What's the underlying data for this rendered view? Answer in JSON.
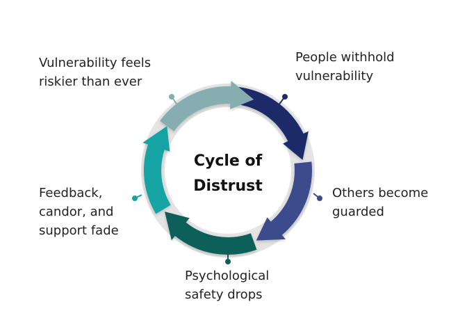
{
  "center": {
    "line1": "Cycle of",
    "line2": "Distrust"
  },
  "stages": [
    {
      "line1": "People withhold",
      "line2": "vulnerability",
      "color": "#1f2a6b"
    },
    {
      "line1": "Others become",
      "line2": "guarded",
      "color": "#3b4b8c"
    },
    {
      "line1": "Psychological",
      "line2": "safety drops",
      "color": "#0f5e5a"
    },
    {
      "line1": "Feedback,",
      "line2": "candor, and",
      "line3": "support fade",
      "color": "#14a3a3"
    },
    {
      "line1": "Vulnerability feels",
      "line2": "riskier than ever",
      "color": "#86aeb0"
    }
  ],
  "colors": {
    "ring_track": "#e4e4e4",
    "inner_disc": "#ffffff",
    "text": "#222222"
  }
}
